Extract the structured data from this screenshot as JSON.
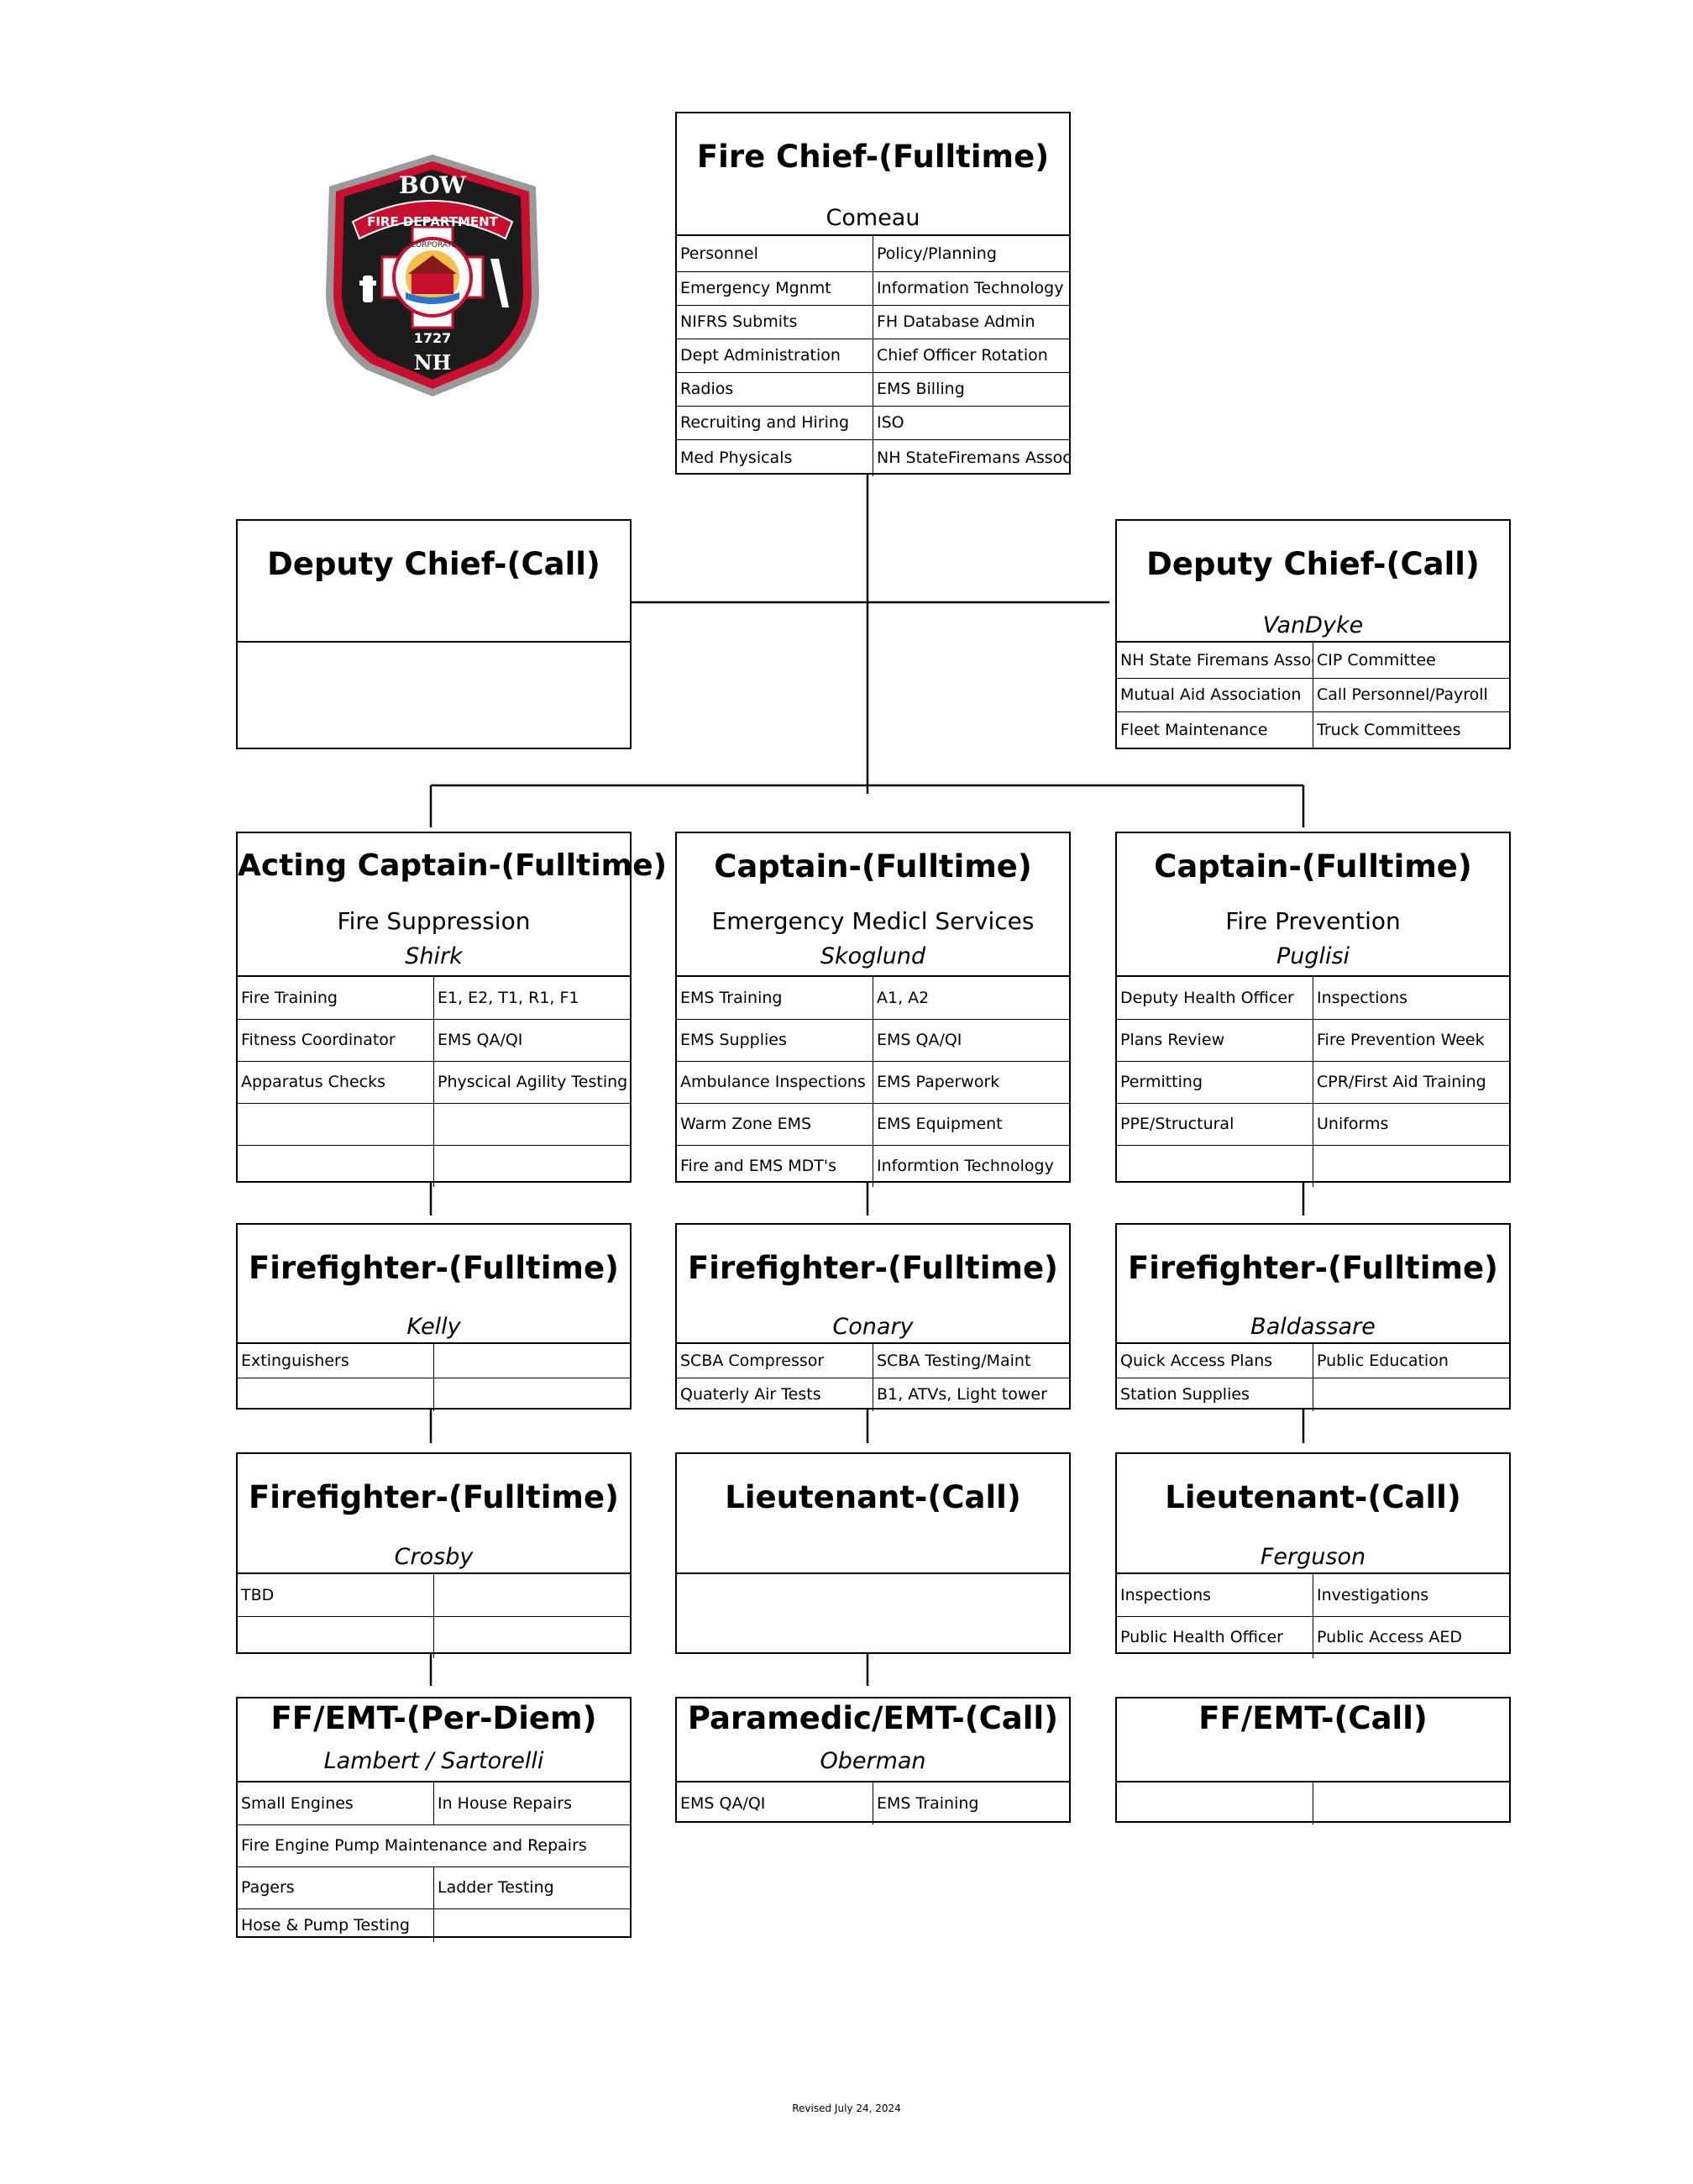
{
  "logo": {
    "top_text": "BOW",
    "ribbon_text": "FIRE DEPARTMENT",
    "inner_text": "INCORPORATED",
    "year": "1727",
    "bottom_text": "NH",
    "colors": {
      "primary": "#c8102e",
      "dark": "#1c1c1c",
      "outline": "#9a9a9a"
    }
  },
  "boxes": {
    "chief": {
      "title": "Fire Chief-(Fulltime)",
      "name": "Comeau",
      "duties": [
        [
          "Personnel",
          "Policy/Planning"
        ],
        [
          "Emergency Mgnmt",
          "Information Technology"
        ],
        [
          "NIFRS Submits",
          "FH Database Admin"
        ],
        [
          "Dept Administration",
          "Chief Officer Rotation"
        ],
        [
          "Radios",
          "EMS Billing"
        ],
        [
          "Recruiting and Hiring",
          "ISO"
        ],
        [
          "Med Physicals",
          "NH StateFiremans Assoc"
        ]
      ]
    },
    "deputy_left": {
      "title": "Deputy Chief-(Call)"
    },
    "deputy_right": {
      "title": "Deputy Chief-(Call)",
      "name": "VanDyke",
      "duties": [
        [
          "NH State Firemans Assoc",
          "CIP Committee"
        ],
        [
          "Mutual Aid Association",
          "Call Personnel/Payroll"
        ],
        [
          "Fleet Maintenance",
          "Truck Committees"
        ]
      ]
    },
    "captain_fire_suppression": {
      "title": "Acting Captain-(Fulltime)",
      "division": "Fire Suppression",
      "name": "Shirk",
      "duties": [
        [
          "Fire Training",
          "E1, E2, T1, R1, F1"
        ],
        [
          "Fitness Coordinator",
          "EMS QA/QI"
        ],
        [
          "Apparatus Checks",
          "Physcical Agility Testing"
        ],
        [
          "",
          ""
        ],
        [
          "",
          ""
        ]
      ]
    },
    "captain_ems": {
      "title": "Captain-(Fulltime)",
      "division": "Emergency Medicl Services",
      "name": "Skoglund",
      "duties": [
        [
          "EMS Training",
          "A1, A2"
        ],
        [
          "EMS Supplies",
          "EMS QA/QI"
        ],
        [
          "Ambulance Inspections",
          "EMS Paperwork"
        ],
        [
          "Warm Zone EMS",
          "EMS Equipment"
        ],
        [
          "Fire and EMS MDT's",
          "Informtion Technology"
        ]
      ]
    },
    "captain_fire_prevention": {
      "title": "Captain-(Fulltime)",
      "division": "Fire Prevention",
      "name": "Puglisi",
      "duties": [
        [
          "Deputy Health Officer",
          "Inspections"
        ],
        [
          "Plans Review",
          "Fire Prevention Week"
        ],
        [
          "Permitting",
          "CPR/First Aid Training"
        ],
        [
          "PPE/Structural",
          "Uniforms"
        ],
        [
          "",
          ""
        ]
      ]
    },
    "ff_kelly": {
      "title": "Firefighter-(Fulltime)",
      "name": "Kelly",
      "duties": [
        [
          "Extinguishers",
          ""
        ],
        [
          "",
          ""
        ]
      ]
    },
    "ff_conary": {
      "title": "Firefighter-(Fulltime)",
      "name": "Conary",
      "duties": [
        [
          "SCBA Compressor",
          "SCBA Testing/Maint"
        ],
        [
          "Quaterly Air Tests",
          "B1, ATVs, Light tower"
        ]
      ]
    },
    "ff_baldassare": {
      "title": "Firefighter-(Fulltime)",
      "name": "Baldassare",
      "duties": [
        [
          "Quick Access Plans",
          "Public Education"
        ],
        [
          "Station Supplies",
          ""
        ]
      ]
    },
    "ff_crosby": {
      "title": "Firefighter-(Fulltime)",
      "name": "Crosby",
      "duties": [
        [
          "TBD",
          ""
        ],
        [
          "",
          ""
        ]
      ]
    },
    "lt_center": {
      "title": "Lieutenant-(Call)"
    },
    "lt_ferguson": {
      "title": "Lieutenant-(Call)",
      "name": "Ferguson",
      "duties": [
        [
          "Inspections",
          "Investigations"
        ],
        [
          "Public Health Officer",
          "Public Access AED"
        ]
      ]
    },
    "ffemt_perdiem": {
      "title": "FF/EMT-(Per-Diem)",
      "name": "Lambert / Sartorelli",
      "duties": [
        [
          "Small Engines",
          "In House Repairs"
        ],
        [
          "Fire Engine Pump Maintenance and Repairs"
        ],
        [
          "Pagers",
          "Ladder Testing"
        ],
        [
          "Hose & Pump Testing",
          ""
        ]
      ]
    },
    "paramedic": {
      "title": "Paramedic/EMT-(Call)",
      "name": "Oberman",
      "duties": [
        [
          "EMS QA/QI",
          "EMS Training"
        ]
      ]
    },
    "ffemt_call": {
      "title": "FF/EMT-(Call)",
      "duties": [
        [
          "",
          ""
        ]
      ]
    }
  },
  "footer": {
    "revised": "Revised July 24, 2024"
  }
}
